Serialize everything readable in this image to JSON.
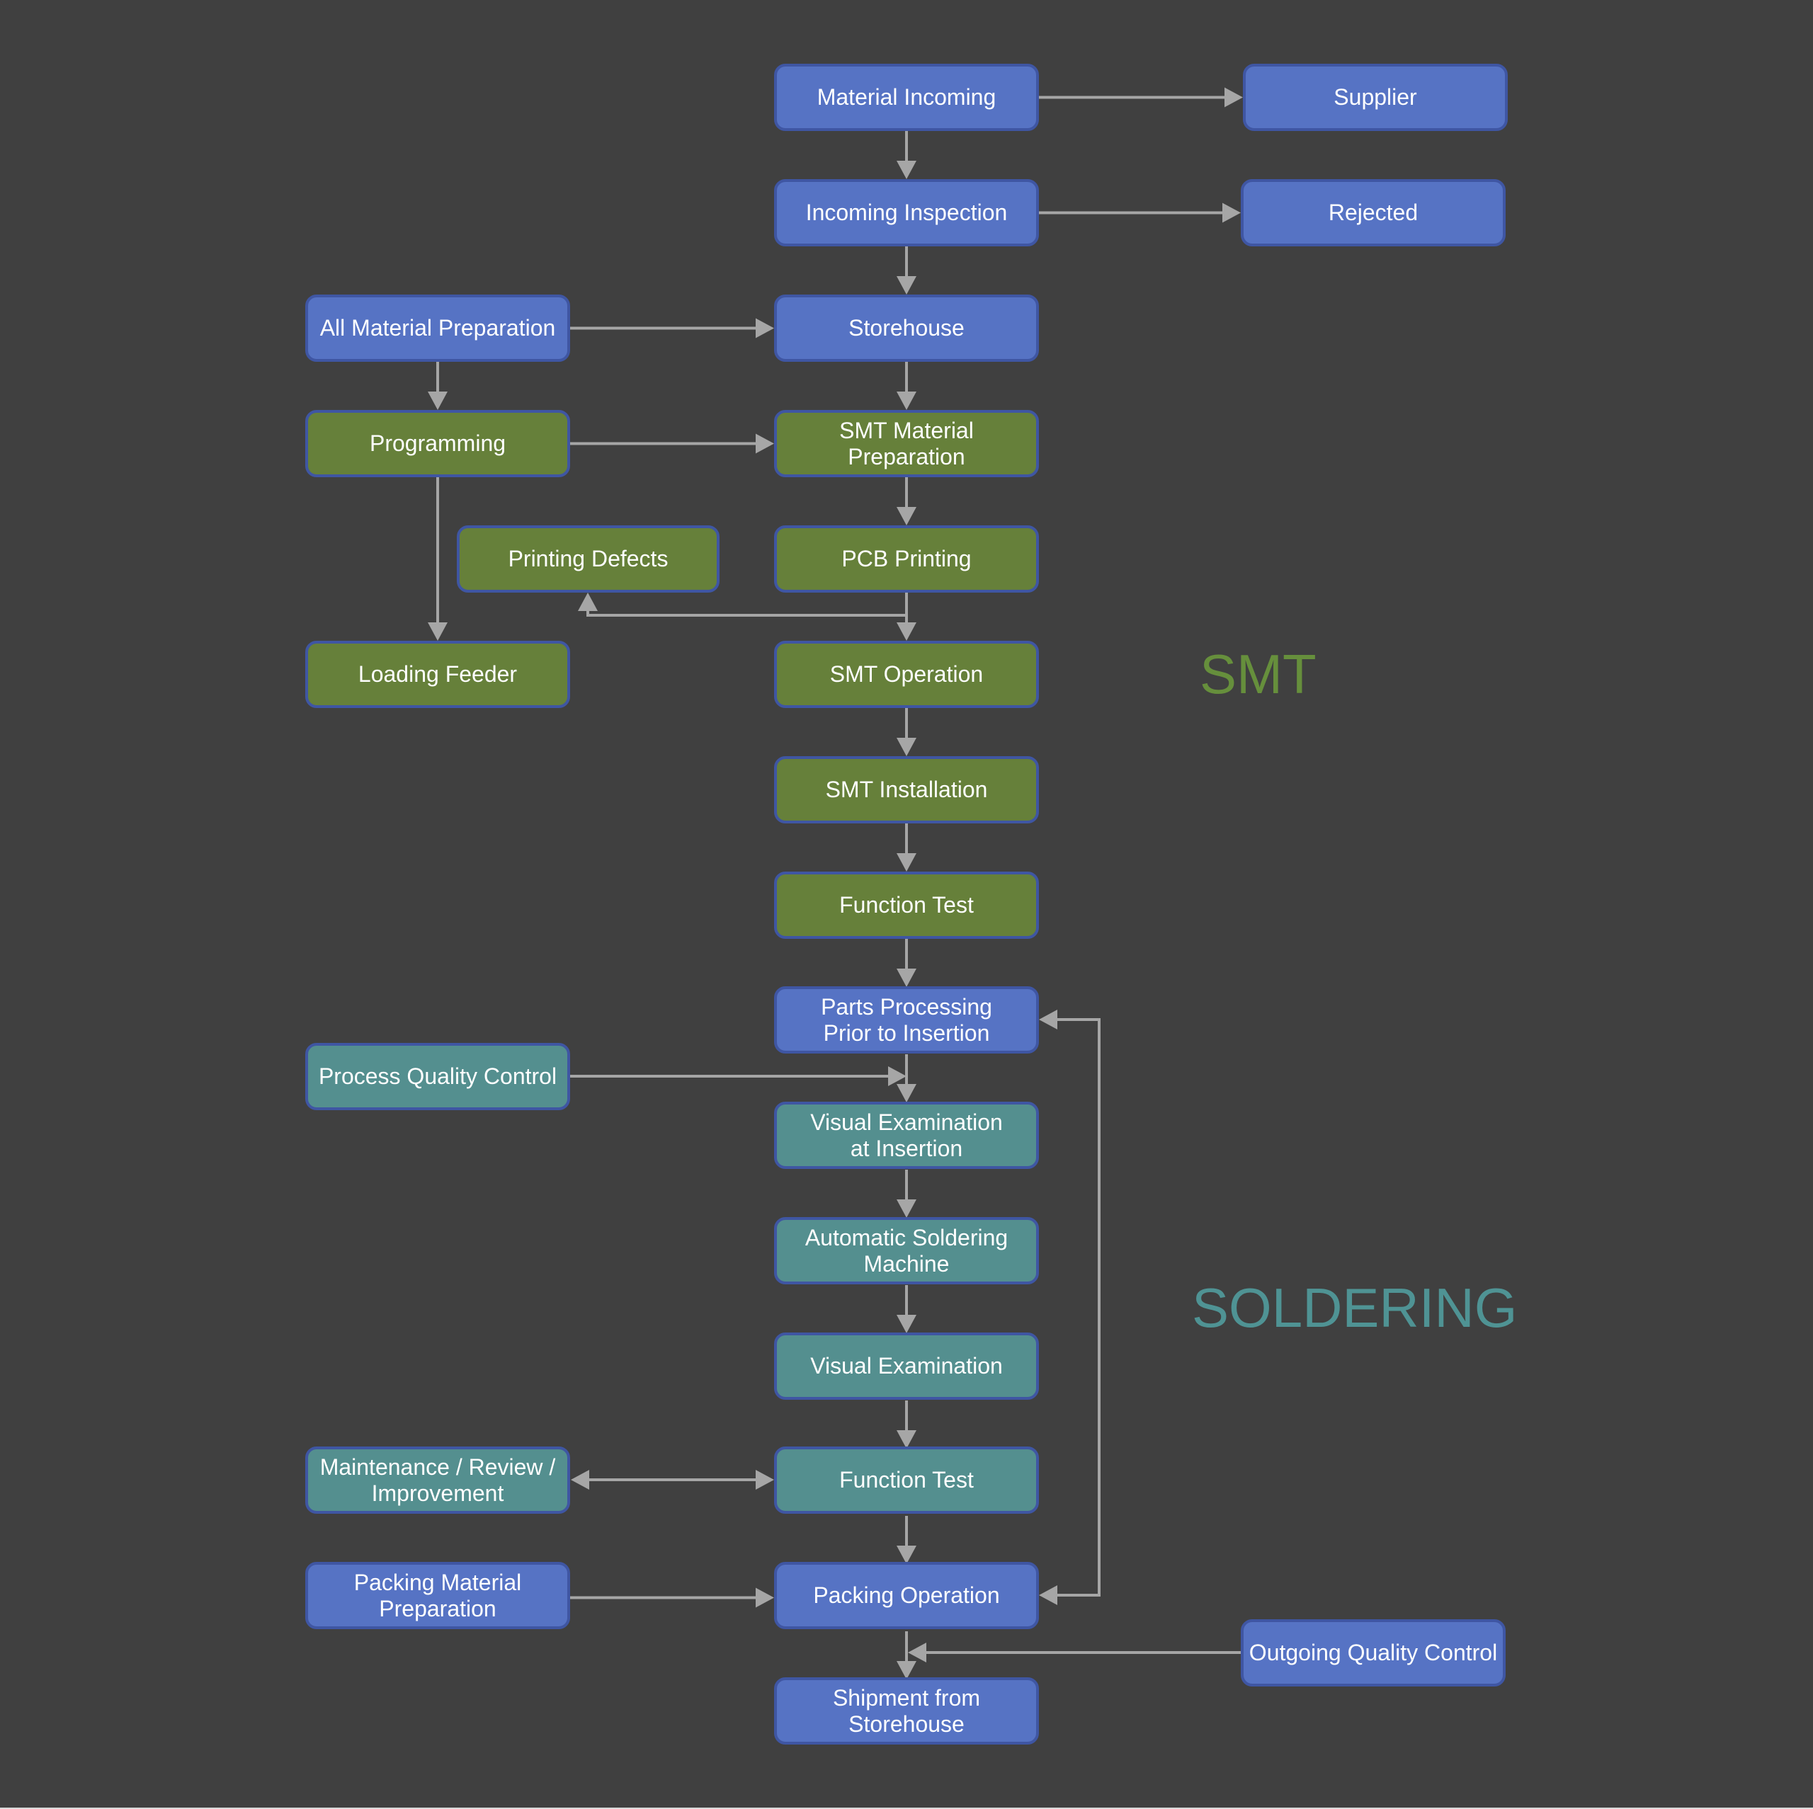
{
  "colors": {
    "background": "#404040",
    "blue": "#5673c4",
    "green": "#66803a",
    "teal": "#548f8f",
    "border": "#3f56a3",
    "arrow": "#a6a6a6",
    "smt_label": "#668f3c",
    "soldering_label": "#4f9394"
  },
  "sections": {
    "smt": "SMT",
    "soldering": "SOLDERING"
  },
  "nodes": {
    "material_incoming": "Material Incoming",
    "supplier": "Supplier",
    "incoming_inspection": "Incoming Inspection",
    "rejected": "Rejected",
    "all_material_preparation": "All Material Preparation",
    "storehouse": "Storehouse",
    "programming": "Programming",
    "smt_material_preparation": "SMT Material\nPreparation",
    "printing_defects": "Printing Defects",
    "pcb_printing": "PCB Printing",
    "loading_feeder": "Loading Feeder",
    "smt_operation": "SMT Operation",
    "smt_installation": "SMT Installation",
    "function_test_smt": "Function Test",
    "parts_processing": "Parts Processing\nPrior to Insertion",
    "process_quality_control": "Process Quality Control",
    "visual_examination_insertion": "Visual Examination\nat Insertion",
    "automatic_soldering_machine": "Automatic Soldering\nMachine",
    "visual_examination": "Visual Examination",
    "maintenance_review": "Maintenance / Review /\nImprovement",
    "function_test_soldering": "Function Test",
    "packing_material_preparation": "Packing Material\nPreparation",
    "packing_operation": "Packing Operation",
    "outgoing_quality_control": "Outgoing Quality Control",
    "shipment": "Shipment from\nStorehouse"
  },
  "edges": [
    [
      "material_incoming",
      "supplier"
    ],
    [
      "material_incoming",
      "incoming_inspection"
    ],
    [
      "incoming_inspection",
      "rejected"
    ],
    [
      "incoming_inspection",
      "storehouse"
    ],
    [
      "all_material_preparation",
      "storehouse"
    ],
    [
      "all_material_preparation",
      "programming"
    ],
    [
      "storehouse",
      "smt_material_preparation"
    ],
    [
      "programming",
      "smt_material_preparation"
    ],
    [
      "programming",
      "loading_feeder"
    ],
    [
      "smt_material_preparation",
      "pcb_printing"
    ],
    [
      "pcb_printing",
      "printing_defects"
    ],
    [
      "pcb_printing",
      "smt_operation"
    ],
    [
      "smt_operation",
      "smt_installation"
    ],
    [
      "smt_installation",
      "function_test_smt"
    ],
    [
      "function_test_smt",
      "parts_processing"
    ],
    [
      "parts_processing",
      "visual_examination_insertion"
    ],
    [
      "process_quality_control",
      "visual_examination_insertion"
    ],
    [
      "visual_examination_insertion",
      "automatic_soldering_machine"
    ],
    [
      "automatic_soldering_machine",
      "visual_examination"
    ],
    [
      "visual_examination",
      "function_test_soldering"
    ],
    [
      "maintenance_review",
      "function_test_soldering",
      "bidirectional"
    ],
    [
      "function_test_soldering",
      "packing_operation"
    ],
    [
      "packing_operation",
      "parts_processing",
      "bidirectional"
    ],
    [
      "packing_material_preparation",
      "packing_operation"
    ],
    [
      "packing_operation",
      "shipment"
    ],
    [
      "outgoing_quality_control",
      "shipment"
    ]
  ]
}
